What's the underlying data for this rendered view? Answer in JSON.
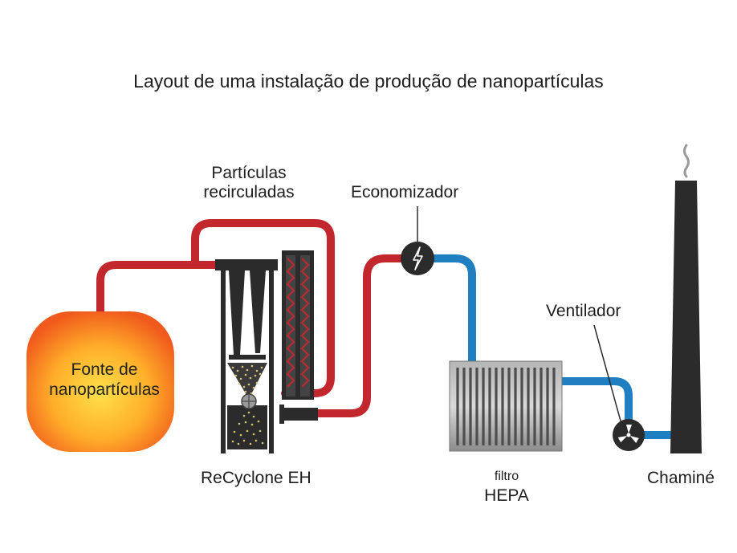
{
  "title": "Layout de uma instalação de produção de nanopartículas",
  "labels": {
    "recirculated_particles": "Partículas recirculadas",
    "economizer": "Economizador",
    "fan": "Ventilador",
    "nanoparticle_source": "Fonte de nanopartículas",
    "recyclone": "ReCyclone EH",
    "filter_small": "filtro",
    "filter_big": "HEPA",
    "chimney": "Chaminé"
  },
  "colors": {
    "hot_pipe": "#c1272d",
    "cold_pipe": "#1f7fc0",
    "equipment_dark": "#2b2b2b",
    "source_center": "#ffd23f",
    "source_edge": "#f05a1c",
    "filter_grey": "#8a8a8a",
    "particles": "#d8c070"
  },
  "icons": [
    "lightning-icon",
    "fan-icon",
    "smoke-icon"
  ]
}
